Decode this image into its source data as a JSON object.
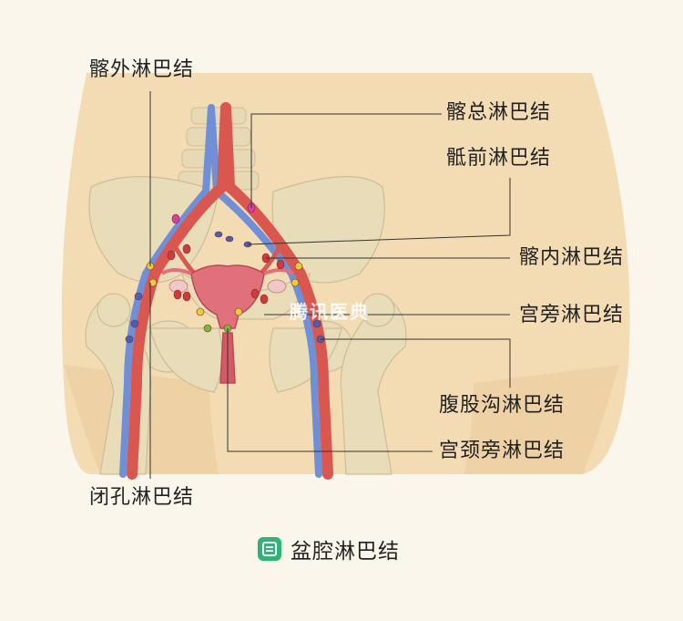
{
  "labels": {
    "external_iliac": "髂外淋巴结",
    "common_iliac": "髂总淋巴结",
    "presacral": "骶前淋巴结",
    "internal_iliac": "髂内淋巴结",
    "parametrial": "宫旁淋巴结",
    "inguinal": "腹股沟淋巴结",
    "paracervical": "宫颈旁淋巴结",
    "obturator": "闭孔淋巴结"
  },
  "watermark": "腾讯医典",
  "caption": "盆腔淋巴结",
  "colors": {
    "background": "#faf6ec",
    "skin": "#f3dcb4",
    "bone": "#e9dcb9",
    "artery": "#d9574e",
    "vein": "#6f8fd6",
    "node_red": "#cf3a3a",
    "node_blue": "#4b5fb8",
    "node_yellow": "#e9cc3a",
    "node_green": "#7fb43a",
    "node_magenta": "#d63fa6",
    "uterus": "#e0707a",
    "caption_icon": "#2fb376"
  }
}
